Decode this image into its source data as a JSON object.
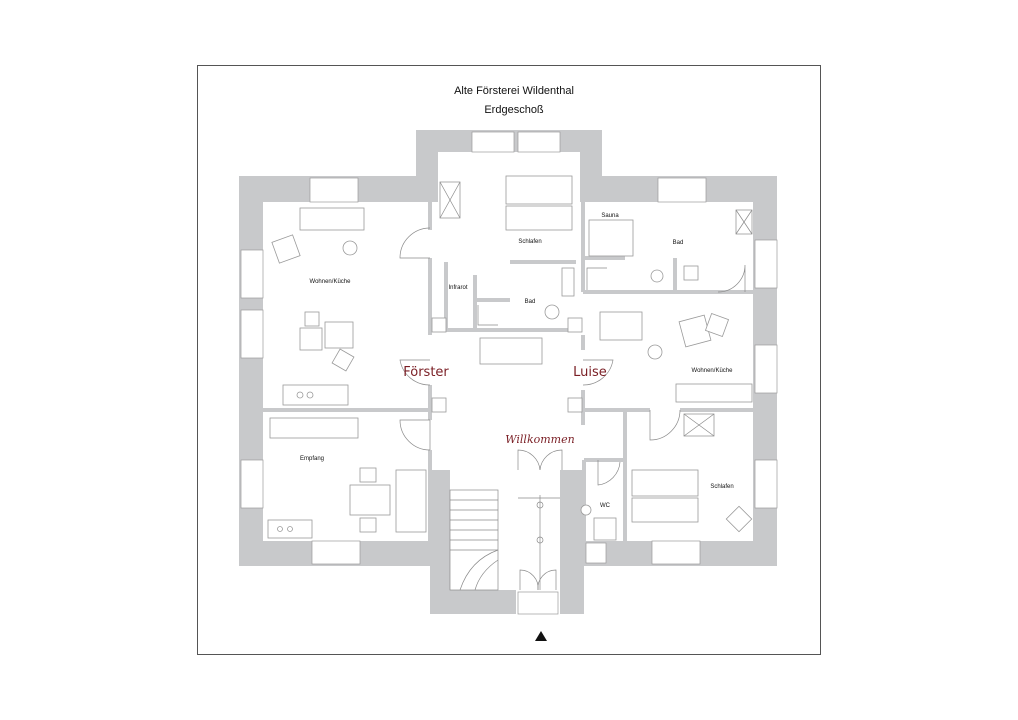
{
  "plan": {
    "title": "Alte Försterei Wildenthal",
    "subtitle": "Erdgeschoß"
  },
  "apartments": {
    "left": "Förster",
    "right": "Luise"
  },
  "entrance": {
    "welcome": "Willkommen"
  },
  "rooms": {
    "wohnen_kueche_left": "Wohnen/Küche",
    "empfang": "Empfang",
    "schlafen_top": "Schlafen",
    "infrarot": "Infrarot",
    "bad_center": "Bad",
    "sauna": "Sauna",
    "bad_right": "Bad",
    "wohnen_kueche_right": "Wohnen/Küche",
    "schlafen_right": "Schlafen",
    "wc": "WC"
  },
  "icons": {
    "north_marker": "triangle-up"
  },
  "colors": {
    "wall": "#c8c9cb",
    "accent": "#7a1e24",
    "frame": "#555555"
  }
}
